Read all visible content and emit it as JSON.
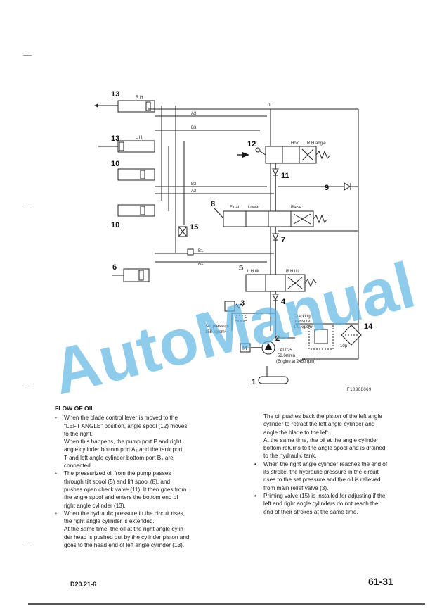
{
  "diagram": {
    "numbers": [
      "13",
      "13",
      "10",
      "10",
      "6",
      "12",
      "11",
      "9",
      "8",
      "15",
      "7",
      "5",
      "3",
      "4",
      "2",
      "1",
      "14"
    ],
    "cyl_labels": {
      "rh": "R H",
      "lh": "L H"
    },
    "ports": {
      "a3": "A3",
      "b3": "B3",
      "b2": "B2",
      "a2": "A2",
      "b1": "B1",
      "a1": "A1",
      "t": "T"
    },
    "spool12": {
      "hold": "Hold",
      "rh_angle": "R H  angle"
    },
    "spool8": {
      "float": "Float",
      "lower": "Lower",
      "raise": "Raise"
    },
    "spool5": {
      "lh_tilt": "L H  tilt",
      "rh_tilt": "R H  tilt"
    },
    "relief": {
      "label": "Set pressure",
      "value": "155 kg/cm²"
    },
    "cracking": {
      "label": "Cracking",
      "label2": "pressure",
      "value": "1.0 kg/cm²"
    },
    "filter": {
      "micron": "10μ"
    },
    "pump": {
      "model": "LAL025",
      "flow": "58.6ℓ/min",
      "engine": "(Engine at 2450 rpm)"
    },
    "motor": "M",
    "fig_id": "F10306069"
  },
  "watermark": "AutoManual",
  "text": {
    "heading": "FLOW OF OIL",
    "left_items": [
      {
        "bullet": "•",
        "lines": [
          "When the blade control lever is moved to the",
          "\"LEFT ANGLE\" position, angle spool (12) moves",
          "to the right.",
          "When this happens, the pump port P and right",
          "angle cylinder bottom port A₃ and the tank port",
          "T and left angle cylinder bottom port B₃ are",
          "connected."
        ]
      },
      {
        "bullet": "•",
        "lines": [
          "The pressurized oil from the pump passes",
          "through tilt spool (5) and lift spool (8), and",
          "pushes open check valve (11). It then goes from",
          "the angle spool and enters the bottom end of",
          "right angle cylinder (13)."
        ]
      },
      {
        "bullet": "•",
        "lines": [
          "When the hydraulic pressure in the circuit rises,",
          "the right angle cylinder is extended.",
          "At the same time, the oil at the right angle cylin-",
          "der head is pushed out by the cylinder piston and",
          "goes to the head end of left angle cylinder (13)."
        ]
      }
    ],
    "right_items": [
      {
        "bullet": "",
        "lines": [
          "The oil pushes back the piston of the left angle",
          "cylinder to retract the left angle cylinder and",
          "angle the blade to the left.",
          "At the same time, the oil at the angle cylinder",
          "bottom returns to the angle spool and is drained",
          "to the hydraulic tank."
        ]
      },
      {
        "bullet": "•",
        "lines": [
          "When the right angle cylinder reaches the end of",
          "its stroke, the hydraulic pressure in the circuit",
          "rises to the set pressure and the oil is relieved",
          "from main relief valve (3)."
        ]
      },
      {
        "bullet": "•",
        "lines": [
          "Priming valve (15) is installed for adjusting if the",
          "left and right angle cylinders do not reach the",
          "end of their strokes at the same time."
        ]
      }
    ]
  },
  "footer": {
    "left": "D20.21-6",
    "right": "61-31"
  }
}
